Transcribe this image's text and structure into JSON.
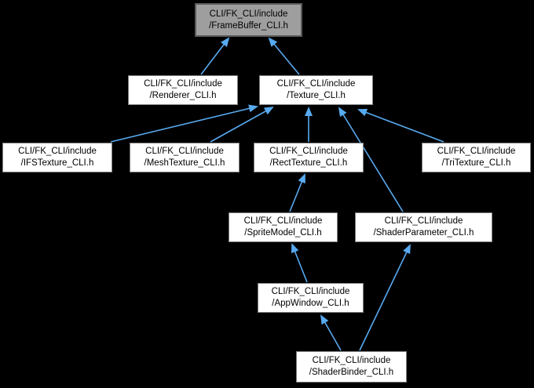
{
  "diagram": {
    "type": "include-dependency-graph",
    "colors": {
      "background": "#000000",
      "edge": "#58aaf0",
      "node_fill": "#ffffff",
      "node_border": "#7f7f7f",
      "highlight_fill": "#9e9e9e",
      "highlight_border": "#5a5a5a",
      "text": "#000000"
    },
    "nodes": [
      {
        "id": "framebuffer",
        "line1": "CLI/FK_CLI/include",
        "line2": "/FrameBuffer_CLI.h",
        "highlighted": true
      },
      {
        "id": "renderer",
        "line1": "CLI/FK_CLI/include",
        "line2": "/Renderer_CLI.h",
        "highlighted": false
      },
      {
        "id": "texture",
        "line1": "CLI/FK_CLI/include",
        "line2": "/Texture_CLI.h",
        "highlighted": false
      },
      {
        "id": "ifstexture",
        "line1": "CLI/FK_CLI/include",
        "line2": "/IFSTexture_CLI.h",
        "highlighted": false
      },
      {
        "id": "meshtexture",
        "line1": "CLI/FK_CLI/include",
        "line2": "/MeshTexture_CLI.h",
        "highlighted": false
      },
      {
        "id": "recttexture",
        "line1": "CLI/FK_CLI/include",
        "line2": "/RectTexture_CLI.h",
        "highlighted": false
      },
      {
        "id": "tritexture",
        "line1": "CLI/FK_CLI/include",
        "line2": "/TriTexture_CLI.h",
        "highlighted": false
      },
      {
        "id": "spritemodel",
        "line1": "CLI/FK_CLI/include",
        "line2": "/SpriteModel_CLI.h",
        "highlighted": false
      },
      {
        "id": "shaderparameter",
        "line1": "CLI/FK_CLI/include",
        "line2": "/ShaderParameter_CLI.h",
        "highlighted": false
      },
      {
        "id": "appwindow",
        "line1": "CLI/FK_CLI/include",
        "line2": "/AppWindow_CLI.h",
        "highlighted": false
      },
      {
        "id": "shaderbinder",
        "line1": "CLI/FK_CLI/include",
        "line2": "/ShaderBinder_CLI.h",
        "highlighted": false
      }
    ],
    "edges": [
      {
        "from": "renderer",
        "to": "framebuffer"
      },
      {
        "from": "texture",
        "to": "framebuffer"
      },
      {
        "from": "ifstexture",
        "to": "texture"
      },
      {
        "from": "meshtexture",
        "to": "texture"
      },
      {
        "from": "recttexture",
        "to": "texture"
      },
      {
        "from": "tritexture",
        "to": "texture"
      },
      {
        "from": "shaderparameter",
        "to": "texture"
      },
      {
        "from": "spritemodel",
        "to": "recttexture"
      },
      {
        "from": "appwindow",
        "to": "spritemodel"
      },
      {
        "from": "shaderbinder",
        "to": "appwindow"
      },
      {
        "from": "shaderbinder",
        "to": "shaderparameter"
      }
    ]
  }
}
